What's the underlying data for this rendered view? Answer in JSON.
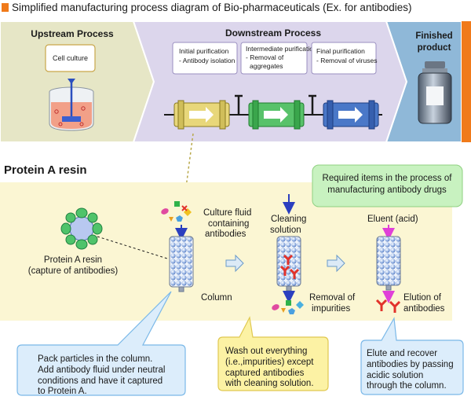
{
  "title": "Simplified manufacturing process diagram of Bio-pharmaceuticals (Ex. for antibodies)",
  "stages": {
    "upstream": {
      "heading": "Upstream Process",
      "box_label": "Cell culture"
    },
    "downstream": {
      "heading": "Downstream Process",
      "steps": [
        {
          "lines": [
            "Initial purification",
            "- Antibody isolation"
          ],
          "color": "#e8d77a"
        },
        {
          "lines": [
            "Intermediate purification",
            "- Removal of",
            "aggregates"
          ],
          "color": "#58c26a"
        },
        {
          "lines": [
            "Final purification",
            "- Removal of viruses"
          ],
          "color": "#4a78c8"
        }
      ]
    },
    "finished": {
      "heading_lines": [
        "Finished",
        "product"
      ]
    }
  },
  "section_title": "Protein A resin",
  "resin_label": [
    "Protein A resin",
    "(capture of antibodies)"
  ],
  "required_items_note": [
    "Required items in the process of",
    "manufacturing antibody drugs"
  ],
  "culture_fluid_label": [
    "Culture fluid",
    "containing",
    "antibodies"
  ],
  "column_label": "Column",
  "cleaning_solution_label": [
    "Cleaning",
    "solution"
  ],
  "removal_label": [
    "Removal of",
    "impurities"
  ],
  "eluent_label": "Eluent (acid)",
  "elution_label": [
    "Elution of",
    "antibodies"
  ],
  "callouts": [
    {
      "lines": [
        "Pack particles in the column.",
        "Add antibody fluid under neutral",
        "conditions and have it captured",
        "to Protein A."
      ]
    },
    {
      "lines": [
        "Wash out everything",
        "(i.e.,impurities) except",
        "captured antibodies",
        "with cleaning solution."
      ]
    },
    {
      "lines": [
        "Elute and recover",
        "antibodies by passing",
        "acidic solution",
        "through the column."
      ]
    }
  ],
  "colors": {
    "upstream_bg": "#e6e6c6",
    "downstream_bg": "#dcd6ec",
    "finished_bg": "#8fb8d8",
    "lower_panel_bg": "#fbf6d3",
    "callout_blue": "#dcedfb",
    "callout_yellow": "#fcf2a4",
    "note_green": "#c8f2c0",
    "antibody": "#e2322b",
    "accent_orange": "#f07a1a"
  }
}
